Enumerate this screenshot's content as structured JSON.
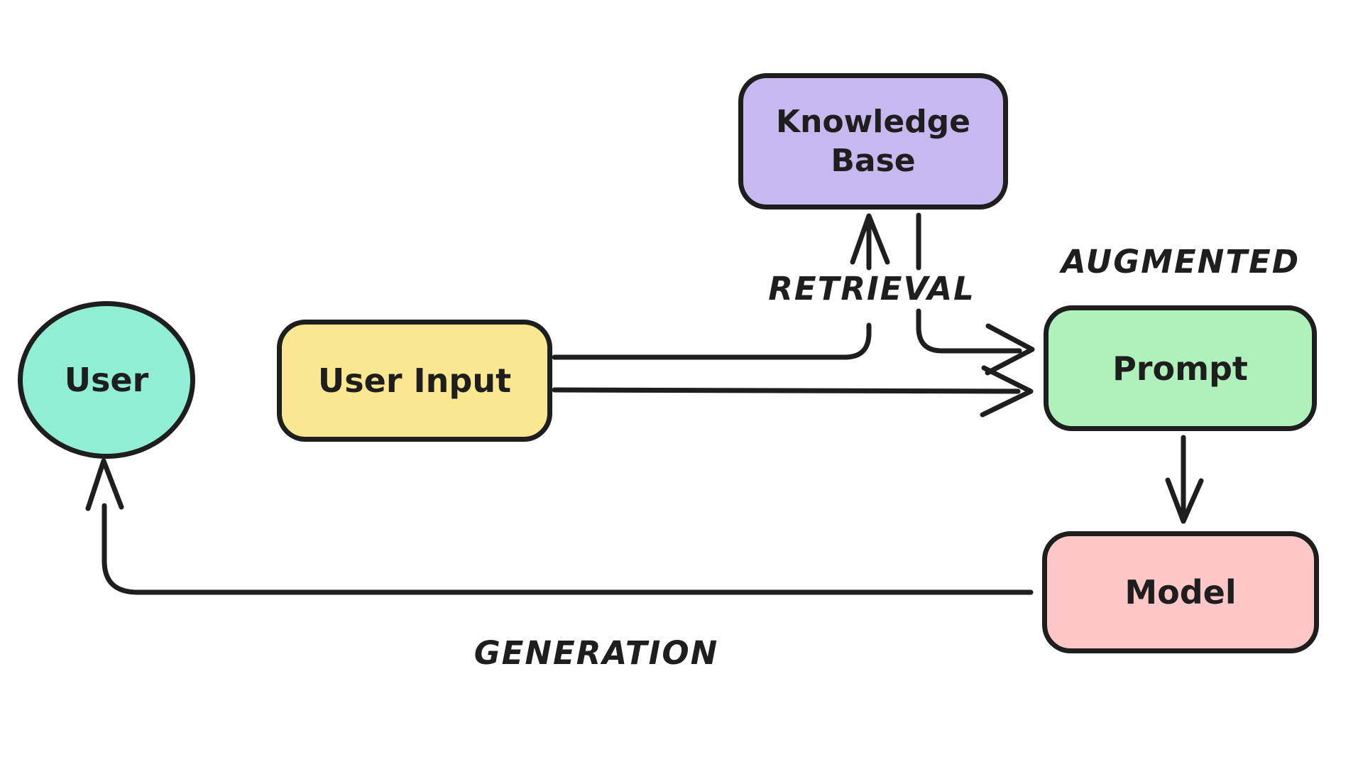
{
  "diagram": {
    "background_color": "#ffffff",
    "stroke_color": "#1e1e1e",
    "nodes": {
      "user": {
        "label": "User",
        "shape": "ellipse",
        "fill": "#8feed3"
      },
      "user_input": {
        "label": "User Input",
        "shape": "rounded-rect",
        "fill": "#fbe78f"
      },
      "knowledge_base": {
        "label": "Knowledge Base",
        "shape": "rounded-rect",
        "fill": "#c8b8f0"
      },
      "prompt": {
        "label": "Prompt",
        "shape": "rounded-rect",
        "fill": "#b0f0bb"
      },
      "model": {
        "label": "Model",
        "shape": "rounded-rect",
        "fill": "#fdc7c7"
      }
    },
    "edge_labels": {
      "retrieval": "RETRIEVAL",
      "augmented": "AUGMENTED",
      "generation": "GENERATION"
    },
    "edges": [
      {
        "from": "user_input",
        "to": "knowledge_base",
        "label": "RETRIEVAL"
      },
      {
        "from": "knowledge_base",
        "to": "prompt",
        "label": ""
      },
      {
        "from": "user_input",
        "to": "prompt",
        "label": ""
      },
      {
        "from": "prompt",
        "to": "model",
        "label": "AUGMENTED"
      },
      {
        "from": "model",
        "to": "user",
        "label": "GENERATION"
      }
    ]
  }
}
